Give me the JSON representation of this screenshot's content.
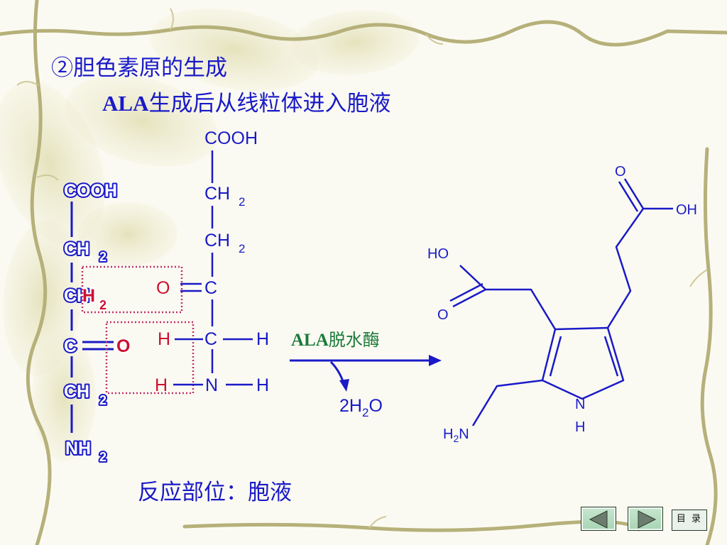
{
  "slide": {
    "title": "②胆色素原的生成",
    "subtitle_prefix": "ALA",
    "subtitle_rest": "生成后从线粒体进入胞液",
    "site_label": "反应部位：胞液"
  },
  "left_molecule": {
    "atoms": [
      "COOH",
      "CH",
      "2",
      "CH",
      "H",
      "2",
      "C",
      "O",
      "CH",
      "2",
      "NH",
      "2"
    ]
  },
  "middle_molecule": {
    "atoms": [
      "COOH",
      "CH",
      "2",
      "CH",
      "2",
      "O",
      "C",
      "H",
      "C",
      "H",
      "H",
      "N",
      "H"
    ]
  },
  "reaction": {
    "enzyme_prefix": "ALA",
    "enzyme_rest": "脱水酶",
    "byproduct": [
      "2H",
      "2",
      "O"
    ]
  },
  "product": {
    "atoms": [
      "O",
      "OH",
      "HO",
      "O",
      "N",
      "H",
      "H",
      "2",
      "N"
    ]
  },
  "navigation": {
    "menu_label": "目 录"
  },
  "colors": {
    "accent_blue": "#1a1ac8",
    "highlight_red": "#cc1133",
    "enzyme_green": "#1a7a3a",
    "dotted_box": "#c0306a"
  }
}
